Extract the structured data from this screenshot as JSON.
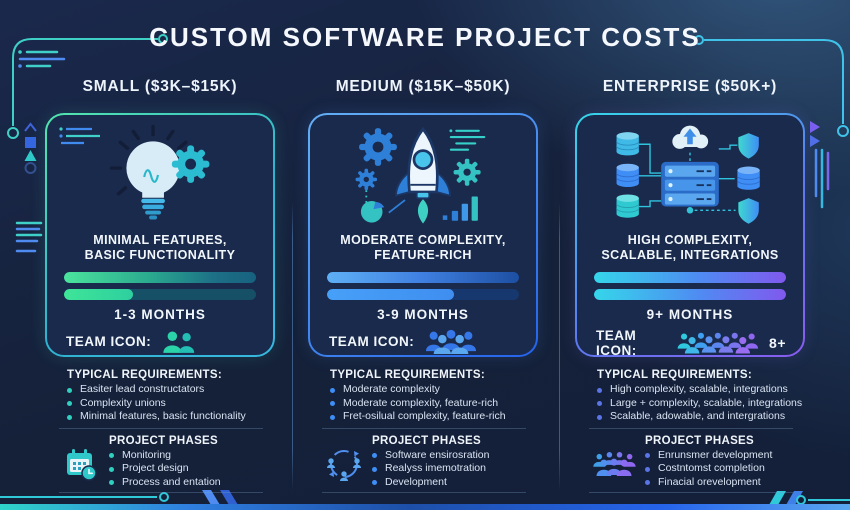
{
  "title": "CUSTOM SOFTWARE PROJECT COSTS",
  "columns": [
    {
      "id": "small",
      "header": "SMALL ($3K–$15K)",
      "description": "MINIMAL FEATURES,\nBASIC FUNCTIONALITY",
      "progress_bars": [
        100,
        36
      ],
      "duration": "1-3 MONTHS",
      "team_label": "TEAM ICON:",
      "team_suffix": "",
      "requirements_title": "TYPICAL REQUIREMENTS:",
      "requirements": [
        "Easiter lead constructators",
        "Complexity unions",
        "Minimal features, basic functionality"
      ],
      "phases_title": "PROJECT PHASES",
      "phases": [
        "Monitoring",
        "Project design",
        "Process and entation"
      ],
      "accent": "#35d6a0"
    },
    {
      "id": "medium",
      "header": "MEDIUM ($15K–$50K)",
      "description": "MODERATE COMPLEXITY,\nFEATURE-RICH",
      "progress_bars": [
        100,
        66
      ],
      "duration": "3-9 MONTHS",
      "team_label": "TEAM ICON:",
      "team_suffix": "",
      "requirements_title": "TYPICAL REQUIREMENTS:",
      "requirements": [
        "Moderate complexity",
        "Moderate complexity, feature-rich",
        "Fret-osilual complexity, feature-rich"
      ],
      "phases_title": "PROJECT PHASES",
      "phases": [
        "Software ensirosration",
        "Realyss imemotration",
        "Development"
      ],
      "accent": "#3f8ef5"
    },
    {
      "id": "enterprise",
      "header": "ENTERPRISE ($50K+)",
      "description": "HIGH COMPLEXITY,\nSCALABLE, INTEGRATIONS",
      "progress_bars": [
        100,
        100
      ],
      "duration": "9+ MONTHS",
      "team_label": "TEAM ICON:",
      "team_suffix": "8+",
      "requirements_title": "TYPICAL REQUIREMENTS:",
      "requirements": [
        "High complexity, scalable, integrations",
        "Large + complexity, scalable, integrations",
        "Scalable, adowable, and intergrations"
      ],
      "phases_title": "PROJECT PHASES",
      "phases": [
        "Enrunsmer development",
        "Costntomst completion",
        "Finacial orevelopment"
      ],
      "accent": "#8a5cf0"
    }
  ],
  "colors": {
    "background": "#16223e",
    "card_background": "#1a2a4c",
    "title_text": "#f5f8fd",
    "small_gradient": [
      "#49e0a8",
      "#2bb8c9"
    ],
    "medium_gradient": [
      "#5aa7f0",
      "#2563eb"
    ],
    "enterprise_gradient": [
      "#2fd4e8",
      "#8a5cf0"
    ]
  }
}
